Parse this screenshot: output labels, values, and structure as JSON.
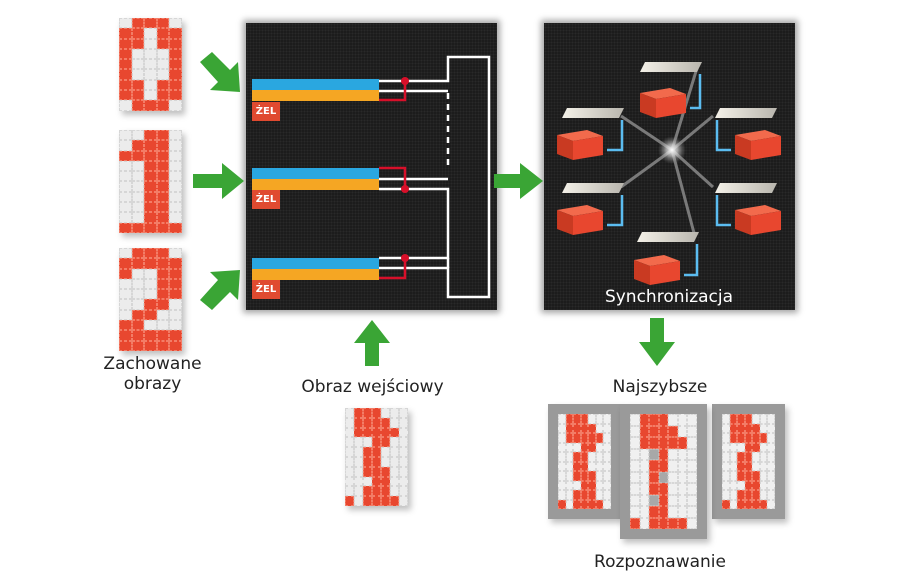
{
  "labels": {
    "stored_images": "Zachowane obrazy",
    "input_image": "Obraz wejściowy",
    "synchronization": "Synchronizacja",
    "fastest": "Najszybsze",
    "recognition": "Rozpoznawanie"
  },
  "oscillator_label": "ŻEL",
  "colors": {
    "cell_on": "#e8472f",
    "cell_off": "#ececec",
    "arrow": "#3aa535",
    "band_blue": "#2aa7e0",
    "band_orange": "#f5a623",
    "wire_red": "#d8102a",
    "panel_bg": "#1c1c1c",
    "block_red": "#e8472f",
    "connector_blue": "#5bbcf0"
  },
  "stored_glyphs": [
    {
      "name": "digit-0",
      "rows": [
        "01110",
        "11011",
        "11011",
        "10001",
        "10001",
        "10001",
        "11011",
        "11011",
        "01110"
      ]
    },
    {
      "name": "digit-1",
      "rows": [
        "00110",
        "01110",
        "11110",
        "00110",
        "00110",
        "00110",
        "00110",
        "00110",
        "00110",
        "11111"
      ]
    },
    {
      "name": "digit-2",
      "rows": [
        "01110",
        "11111",
        "10011",
        "00011",
        "00011",
        "00110",
        "01100",
        "11000",
        "11111",
        "11111"
      ]
    }
  ],
  "input_glyph": {
    "name": "input-digit",
    "rows": [
      "0111000",
      "0111100",
      "0111110",
      "0001100",
      "0011000",
      "0011000",
      "0011100",
      "0001100",
      "0011100",
      "1011110"
    ]
  },
  "recognition_glyphs": [
    {
      "name": "result-left",
      "rows": [
        "0111000",
        "0111100",
        "0111110",
        "0001100",
        "0011000",
        "0011000",
        "0011100",
        "0001100",
        "0011100",
        "1011110"
      ]
    },
    {
      "name": "result-center",
      "rows": [
        "0111000",
        "0111100",
        "0111110",
        "0021000",
        "0011000",
        "0012000",
        "0011000",
        "0021000",
        "0011000",
        "1011110"
      ]
    },
    {
      "name": "result-right",
      "rows": [
        "0111000",
        "0111100",
        "0111110",
        "0001100",
        "0011000",
        "0011000",
        "0011100",
        "0001100",
        "0011100",
        "1011110"
      ]
    }
  ],
  "oscillators": [
    {
      "label": "ŻEL"
    },
    {
      "label": "ŻEL"
    },
    {
      "label": "ŻEL"
    }
  ],
  "sync_nodes": 7
}
